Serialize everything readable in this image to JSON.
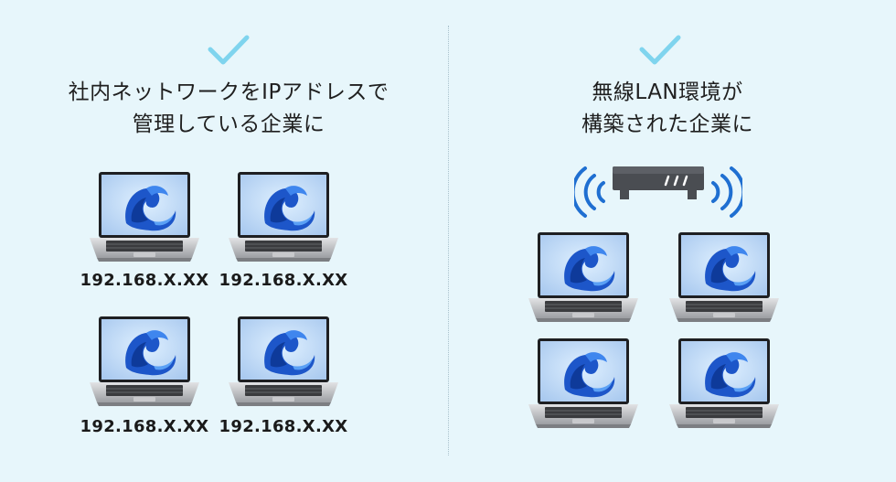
{
  "left_panel": {
    "heading_line1": "社内ネットワークをIPアドレスで",
    "heading_line2": "管理している企業に",
    "ip_labels": [
      "192.168.X.XX",
      "192.168.X.XX",
      "192.168.X.XX",
      "192.168.X.XX"
    ]
  },
  "right_panel": {
    "heading_line1": "無線LAN環境が",
    "heading_line2": "構築された企業に"
  },
  "colors": {
    "background": "#e7f6fb",
    "check": "#7fd4ee",
    "wifi": "#1f6fd1",
    "router": "#4a4d52"
  },
  "icons": [
    "check-icon",
    "laptop-icon",
    "router-icon",
    "wifi-signal-icon"
  ]
}
